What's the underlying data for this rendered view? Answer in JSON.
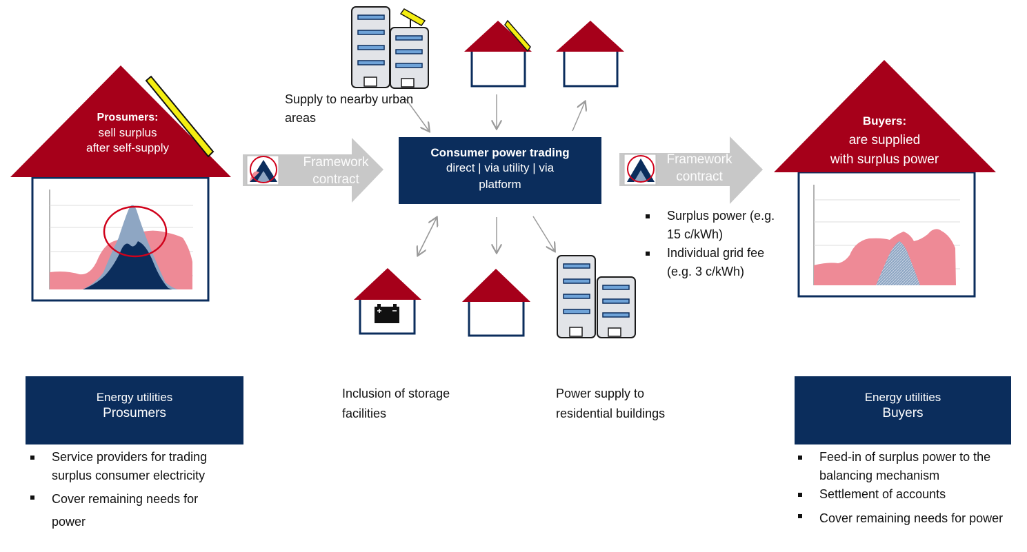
{
  "left_house": {
    "title": "Prosumers:",
    "line1": "sell surplus",
    "line2": "after self-supply"
  },
  "right_house": {
    "title": "Buyers:",
    "line1": "are supplied",
    "line2": "with surplus power"
  },
  "center": {
    "title": "Consumer power trading",
    "subtitle": "direct | via utility | via platform"
  },
  "framework_left": {
    "line1": "Framework",
    "line2": "contract"
  },
  "framework_right": {
    "line1": "Framework",
    "line2": "contract"
  },
  "labels": {
    "urban": "Supply to nearby urban areas",
    "storage": "Inclusion of storage facilities",
    "residential": "Power supply to residential buildings"
  },
  "price_items": [
    "Surplus power (e.g. 15 c/kWh)",
    "Individual grid fee (e.g. 3 c/kWh)"
  ],
  "utilities_left": {
    "line1": "Energy utilities",
    "line2": "Prosumers",
    "items": [
      "Service providers for trading surplus consumer electricity",
      "Cover remaining needs for power"
    ]
  },
  "utilities_right": {
    "line1": "Energy utilities",
    "line2": "Buyers",
    "items": [
      "Feed-in of surplus power to the balancing mechanism",
      "Settlement of accounts",
      "Cover remaining needs for power"
    ]
  },
  "colors": {
    "roof": "#a6001a",
    "navy": "#0b2d5c",
    "pink": "#ee8a96",
    "blue_area": "#8ea6c3",
    "arrow_gray": "#c4c4c4",
    "panel_yellow": "#f4ee12"
  }
}
